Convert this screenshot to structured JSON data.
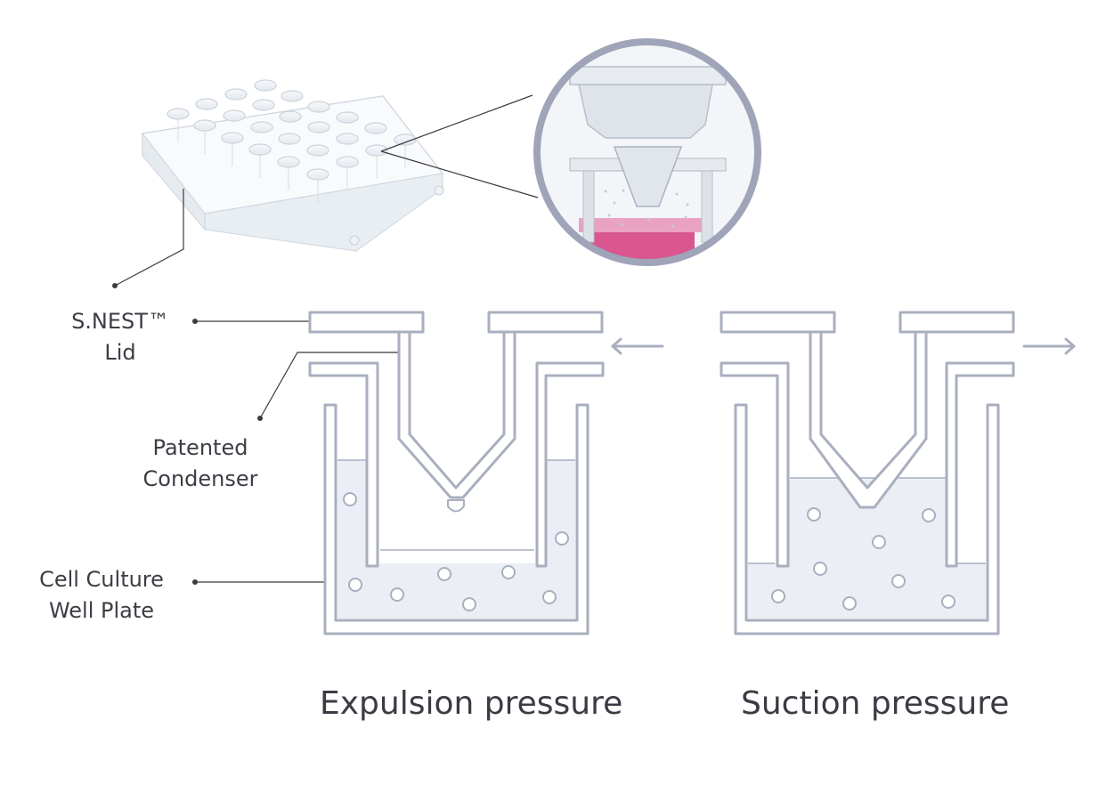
{
  "labels": {
    "lid_line1": "S.NEST™",
    "lid_line2": "Lid",
    "condenser_line1": "Patented",
    "condenser_line2": "Condenser",
    "plate_line1": "Cell Culture",
    "plate_line2": "Well Plate"
  },
  "captions": {
    "expulsion": "Expulsion pressure",
    "suction": "Suction pressure"
  },
  "colors": {
    "outline": "#a9afbf",
    "liquid": "#eceef6",
    "medium_pink": "#d9568f",
    "lens_ring": "#9fa4b9",
    "text": "#3d3d45"
  }
}
